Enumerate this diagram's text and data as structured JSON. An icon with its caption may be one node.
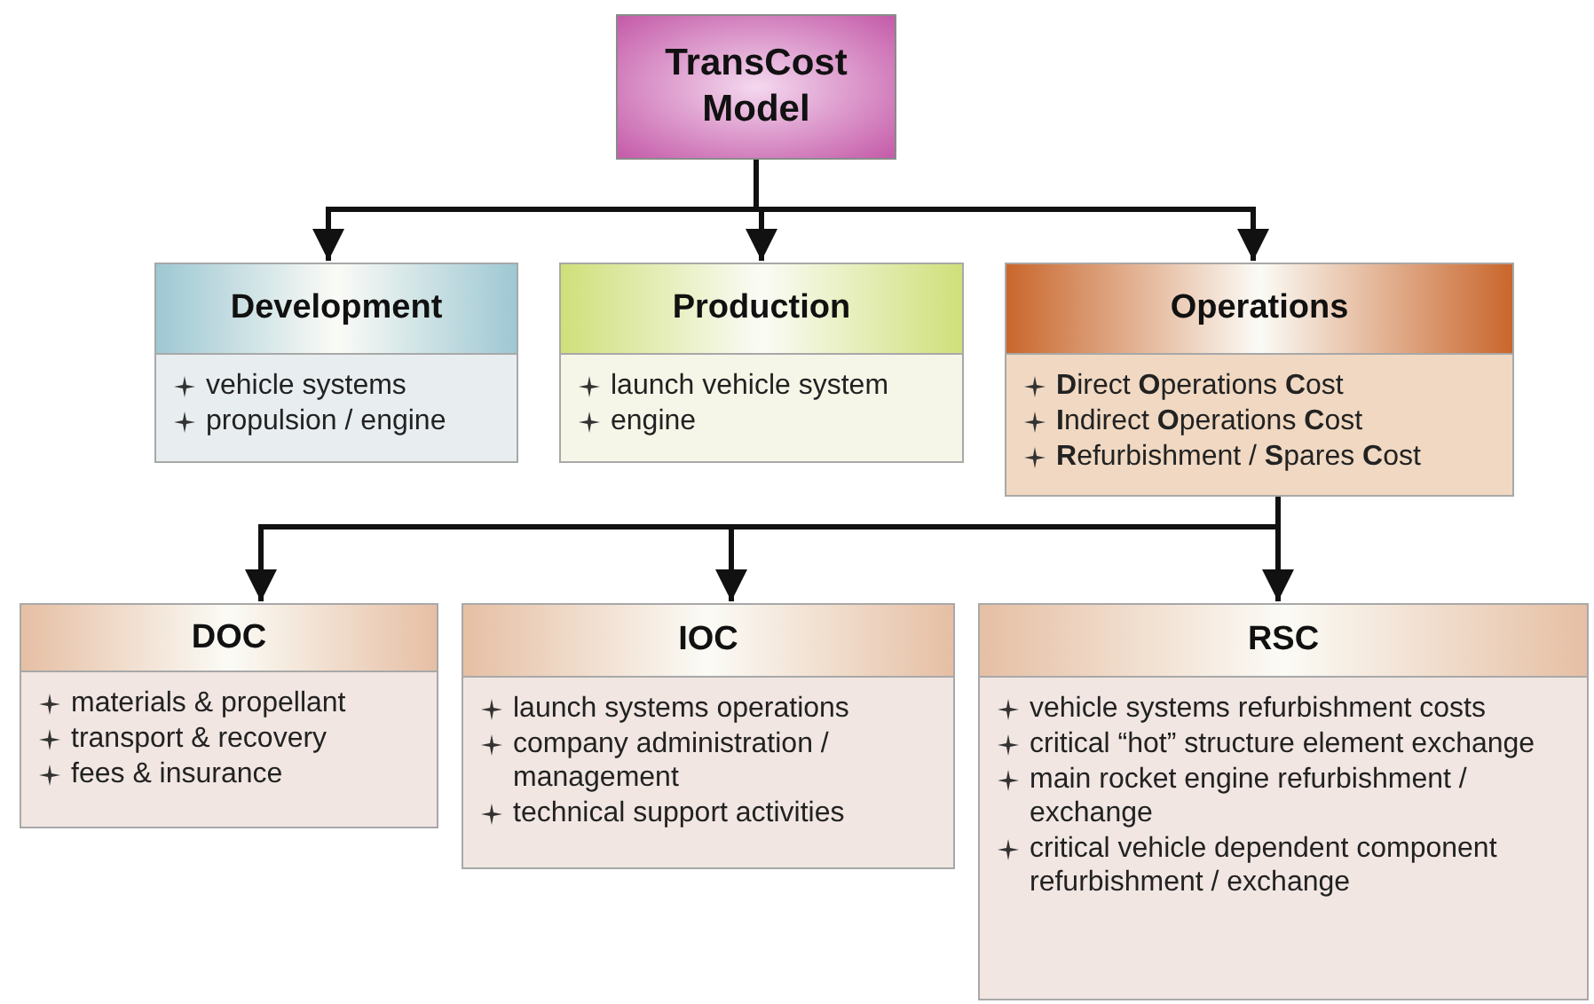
{
  "diagram": {
    "nodes": [
      {
        "text": [
          "TransCost Model"
        ]
      },
      {
        "text": [
          "Development",
          "vehicle systems",
          "propulsion / engine"
        ]
      },
      {
        "text": [
          "Production",
          "launch vehicle system",
          "engine"
        ]
      },
      {
        "text": [
          "Operations",
          "**D**irect **O**perations **C**ost",
          "**I**ndirect **O**perations **C**ost",
          "**R**efurbishment / **S**pares **C**ost"
        ]
      },
      {
        "text": [
          "DOC",
          "materials & propellant",
          "transport & recovery",
          "fees & insurance"
        ]
      },
      {
        "text": [
          "IOC",
          "launch systems operations",
          "company administration / management",
          "technical support activities"
        ]
      },
      {
        "text": [
          "RSC",
          "vehicle systems refurbishment costs",
          "critical “hot” structure element exchange",
          "main rocket engine refurbishment / exchange",
          "critical vehicle dependent component refurbishment / exchange"
        ]
      }
    ],
    "edges": [
      {
        "from": 0,
        "to": 1,
        "arrow": "to"
      },
      {
        "from": 0,
        "to": 2,
        "arrow": "to"
      },
      {
        "from": 0,
        "to": 3,
        "arrow": "to"
      },
      {
        "from": 3,
        "to": 4,
        "arrow": "to"
      },
      {
        "from": 3,
        "to": 5,
        "arrow": "to"
      },
      {
        "from": 3,
        "to": 6,
        "arrow": "to"
      }
    ]
  }
}
